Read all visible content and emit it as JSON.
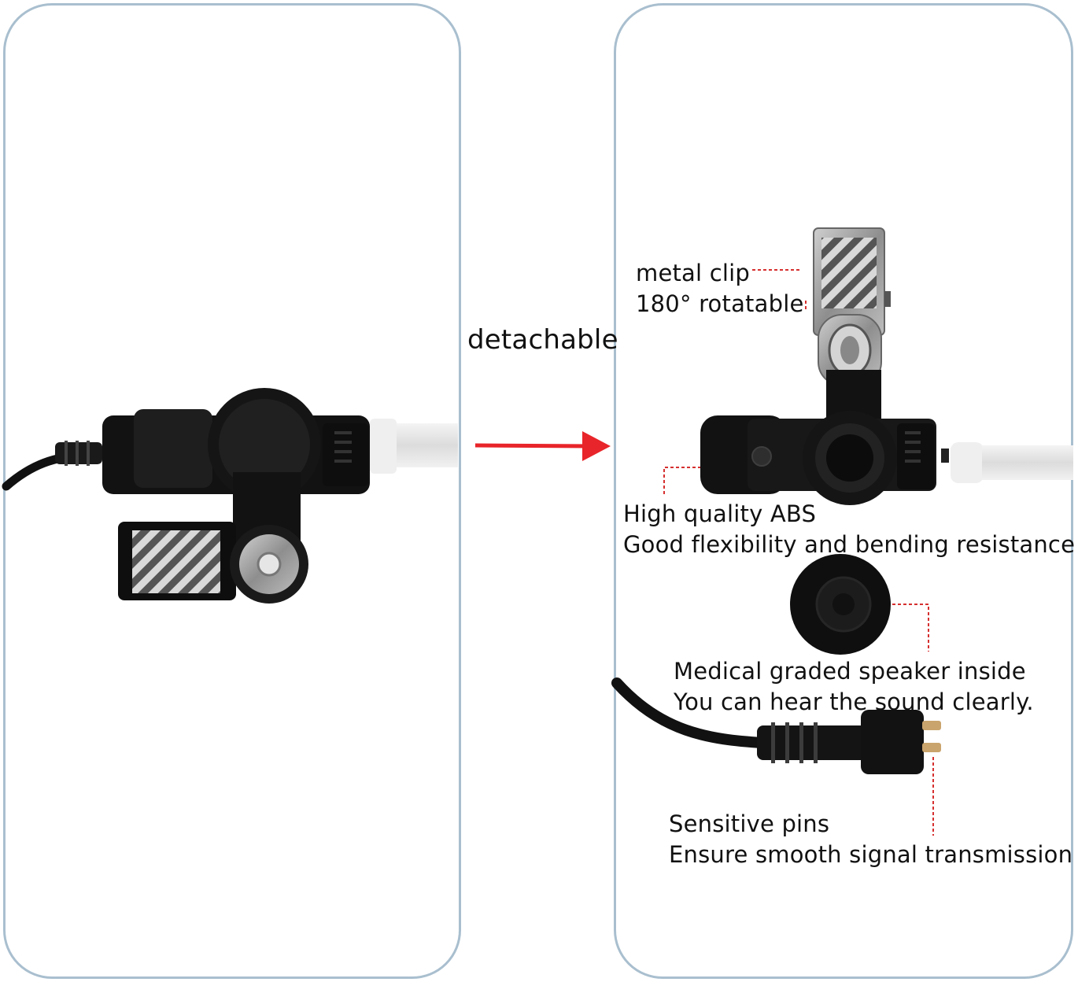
{
  "arrow_label": "detachable",
  "colors": {
    "panel_border": "#a9bfcf",
    "arrow": "#e8252a",
    "leader": "#d62f2f",
    "plastic": "#121212"
  },
  "annotations": {
    "clip": {
      "line1": "metal clip",
      "line2": "180° rotatable"
    },
    "abs": {
      "line1": "High quality ABS",
      "line2": "Good flexibility and bending resistance"
    },
    "speaker": {
      "line1": "Medical graded speaker inside",
      "line2": "You can hear the sound clearly."
    },
    "pins": {
      "line1": "Sensitive pins",
      "line2": "Ensure smooth signal transmission"
    }
  },
  "illustrations": [
    "assembled-earpiece-icon",
    "metal-clip-icon",
    "abs-housing-icon",
    "speaker-icon",
    "plug-pins-icon"
  ]
}
